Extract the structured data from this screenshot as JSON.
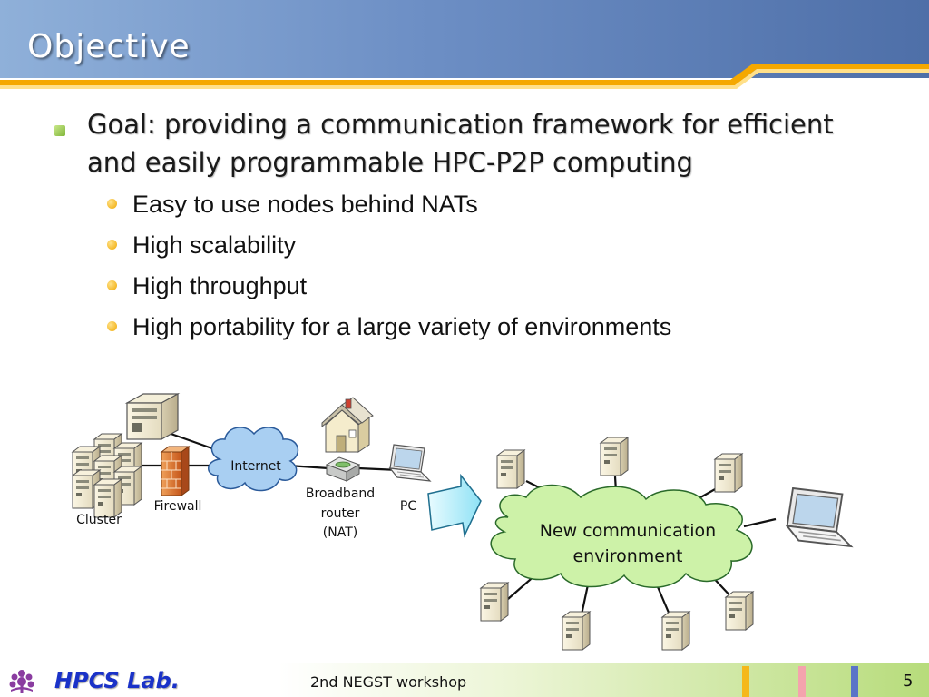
{
  "slide": {
    "title": "Objective",
    "goal": "Goal: providing a communication framework for efficient and easily programmable HPC-P2P computing",
    "sub_bullets": [
      "Easy to use nodes behind NATs",
      "High scalability",
      "High throughput",
      "High portability for a large variety of environments"
    ]
  },
  "diagram": {
    "labels": {
      "internet": "Internet",
      "cluster": "Cluster",
      "firewall": "Firewall",
      "router_line1": "Broadband",
      "router_line2": "router",
      "router_line3": "(NAT)",
      "pc": "PC",
      "new_env_line1": "New communication",
      "new_env_line2": "environment"
    },
    "icons": [
      "server-icon",
      "house-icon",
      "firewall-icon",
      "router-icon",
      "laptop-icon",
      "arrow-icon",
      "cloud-icon"
    ]
  },
  "footer": {
    "lab": "HPCS Lab.",
    "workshop": "2nd NEGST workshop",
    "page": "5"
  },
  "colors": {
    "title_gradient_start": "#8fb0d9",
    "title_gradient_end": "#4e6fa8",
    "accent_orange": "#f5a800",
    "lab_blue": "#1a32c8",
    "footer_green": "#b7dc7b",
    "cloud_blue": "#a9cff2",
    "cloud_green": "#cdf2a8"
  }
}
